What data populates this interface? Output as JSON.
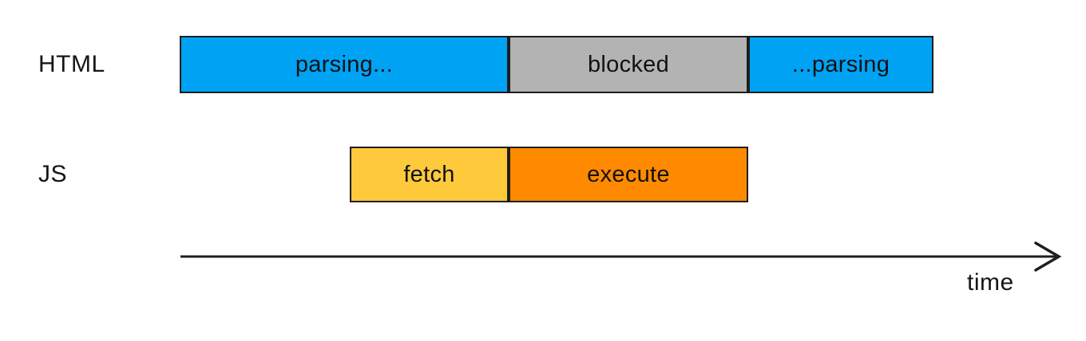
{
  "diagram": {
    "rows": [
      {
        "label": "HTML",
        "segments": [
          {
            "label": "parsing...",
            "color": "#00a3f4"
          },
          {
            "label": "blocked",
            "color": "#b3b3b3"
          },
          {
            "label": "...parsing",
            "color": "#00a3f4"
          }
        ]
      },
      {
        "label": "JS",
        "segments": [
          {
            "label": "fetch",
            "color": "#ffc93c"
          },
          {
            "label": "execute",
            "color": "#ff8a00"
          }
        ]
      }
    ],
    "axis": {
      "label": "time"
    },
    "colors": {
      "ink": "#1e1e1e",
      "background": "#ffffff",
      "blue": "#00a3f4",
      "gray": "#b3b3b3",
      "yellow": "#ffc93c",
      "orange": "#ff8a00"
    }
  }
}
